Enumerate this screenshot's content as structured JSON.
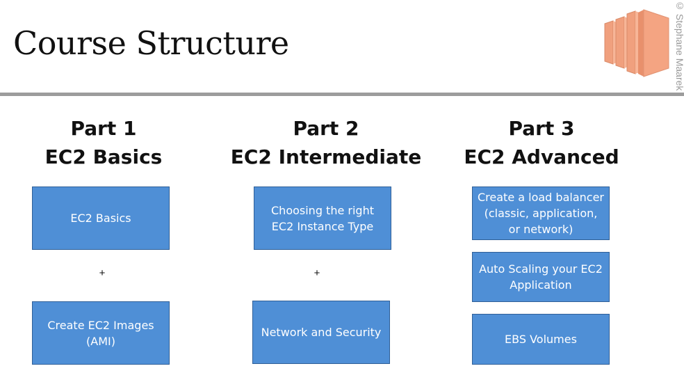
{
  "slide": {
    "title": "Course Structure",
    "copyright": "© Stephane Maarek",
    "logo_icon": "ec2-logo-icon",
    "accent_color": "#4f8fd6",
    "logo_color": "#f4a482"
  },
  "parts": [
    {
      "part_label": "Part 1",
      "subtitle": "EC2 Basics",
      "boxes": [
        "EC2 Basics",
        "Create EC2 Images (AMI)"
      ],
      "separator": "+"
    },
    {
      "part_label": "Part 2",
      "subtitle": "EC2 Intermediate",
      "boxes": [
        "Choosing the right EC2 Instance Type",
        "Network and Security"
      ],
      "separator": "+"
    },
    {
      "part_label": "Part 3",
      "subtitle": "EC2 Advanced",
      "boxes": [
        "Create a load balancer (classic, application, or network)",
        "Auto Scaling your EC2 Application",
        "EBS Volumes"
      ]
    }
  ]
}
